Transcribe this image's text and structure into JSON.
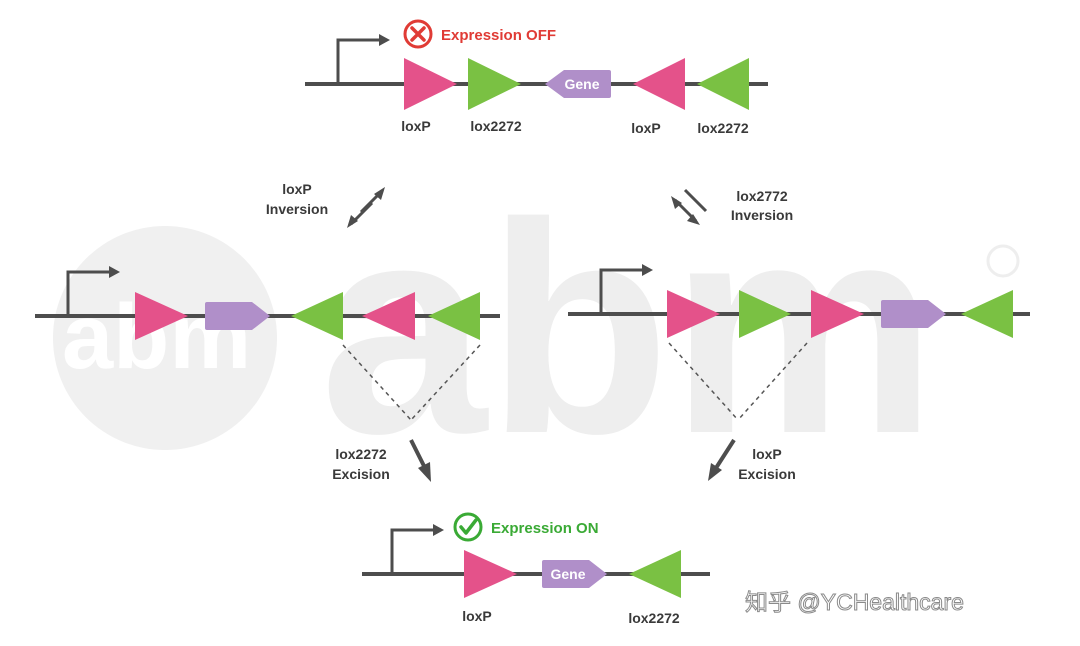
{
  "colors": {
    "loxp": "#e4528a",
    "lox2272": "#7ac143",
    "gene": "#b08fc9",
    "dna": "#4d4d4d",
    "off": "#e03b35",
    "on": "#3aaa35",
    "dashed": "#555555"
  },
  "top": {
    "status": "Expression OFF",
    "status_icon": "cross-circle-icon",
    "gene_label": "Gene",
    "labels": [
      "loxP",
      "lox2272",
      "loxP",
      "lox2272"
    ]
  },
  "left_step": {
    "line1": "loxP",
    "line2": "Inversion"
  },
  "right_step": {
    "line1": "lox2772",
    "line2": "Inversion"
  },
  "left_excision": {
    "line1": "lox2272",
    "line2": "Excision"
  },
  "right_excision": {
    "line1": "loxP",
    "line2": "Excision"
  },
  "bottom": {
    "status": "Expression ON",
    "status_icon": "check-circle-icon",
    "gene_label": "Gene",
    "labels": [
      "loxP",
      "lox2272"
    ]
  },
  "watermark": {
    "logo": "abm",
    "credit": "知乎 @YCHealthcare"
  }
}
